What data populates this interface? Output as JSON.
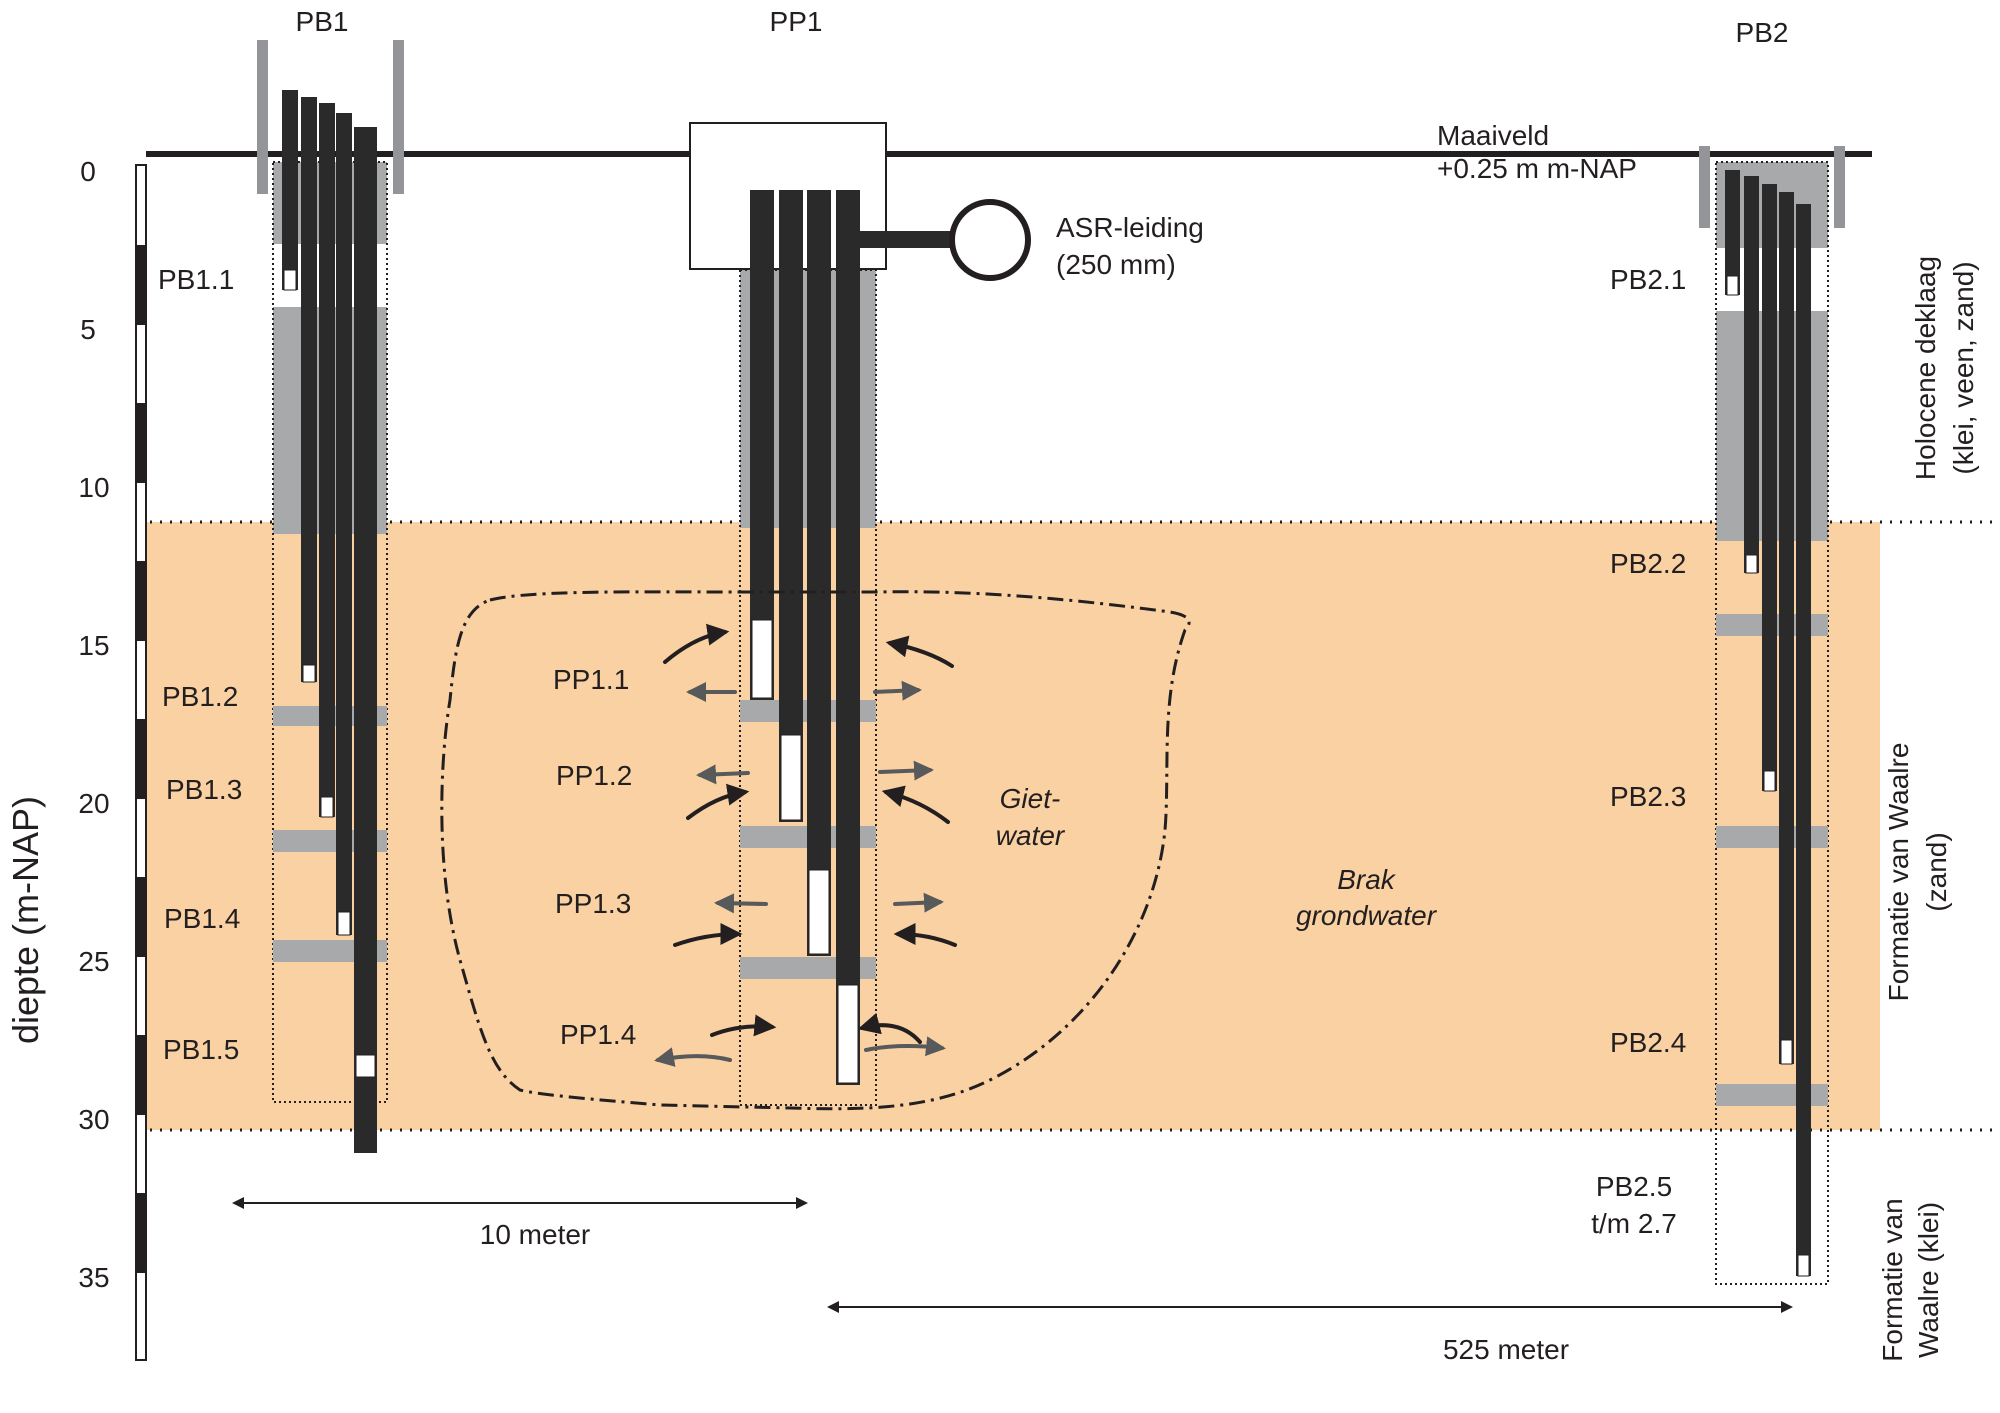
{
  "wells": {
    "pb1": "PB1",
    "pp1": "PP1",
    "pb2": "PB2"
  },
  "surface": {
    "line1": "Maaiveld",
    "line2": "+0.25 m m-NAP"
  },
  "asr": {
    "line1": "ASR-leiding",
    "line2": "(250 mm)"
  },
  "axis": {
    "label": "diepte (m-NAP)",
    "ticks": [
      "0",
      "5",
      "10",
      "15",
      "20",
      "25",
      "30",
      "35"
    ]
  },
  "pb1_screens": [
    "PB1.1",
    "PB1.2",
    "PB1.3",
    "PB1.4",
    "PB1.5"
  ],
  "pp1_screens": [
    "PP1.1",
    "PP1.2",
    "PP1.3",
    "PP1.4"
  ],
  "pb2_screens": [
    "PB2.1",
    "PB2.2",
    "PB2.3",
    "PB2.4"
  ],
  "pb2_deep": {
    "line1": "PB2.5",
    "line2": "t/m 2.7"
  },
  "zones": {
    "gietwater_line1": "Giet-",
    "gietwater_line2": "water",
    "brak_line1": "Brak",
    "brak_line2": "grondwater"
  },
  "formations": {
    "holocene_line1": "Holocene deklaag",
    "holocene_line2": "(klei, veen, zand)",
    "waalre_zand_line1": "Formatie van Waalre",
    "waalre_zand_line2": "(zand)",
    "waalre_klei_line1": "Formatie van",
    "waalre_klei_line2": "Waalre (klei)"
  },
  "distances": {
    "short": "10 meter",
    "long": "525 meter"
  },
  "colors": {
    "aquifer": "#fad1a3",
    "casing": "#2b2a2b",
    "bentonite": "#a8a9ab",
    "line": "#231f20",
    "arrow_in": "#231f20",
    "arrow_out": "#58595b"
  }
}
